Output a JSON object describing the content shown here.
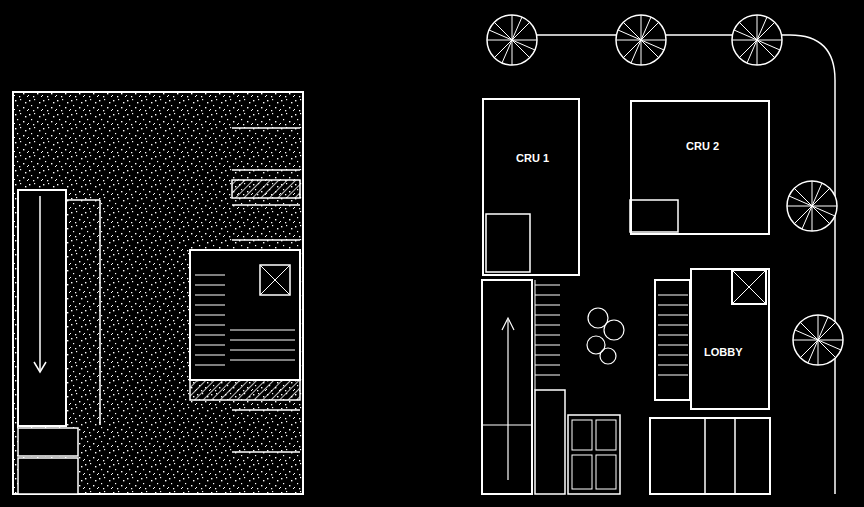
{
  "diagram": {
    "nodes": [
      {
        "text": [
          "CRU 1"
        ]
      },
      {
        "text": [
          "CRU 2"
        ]
      },
      {
        "text": [
          "LOBBY"
        ]
      }
    ]
  }
}
